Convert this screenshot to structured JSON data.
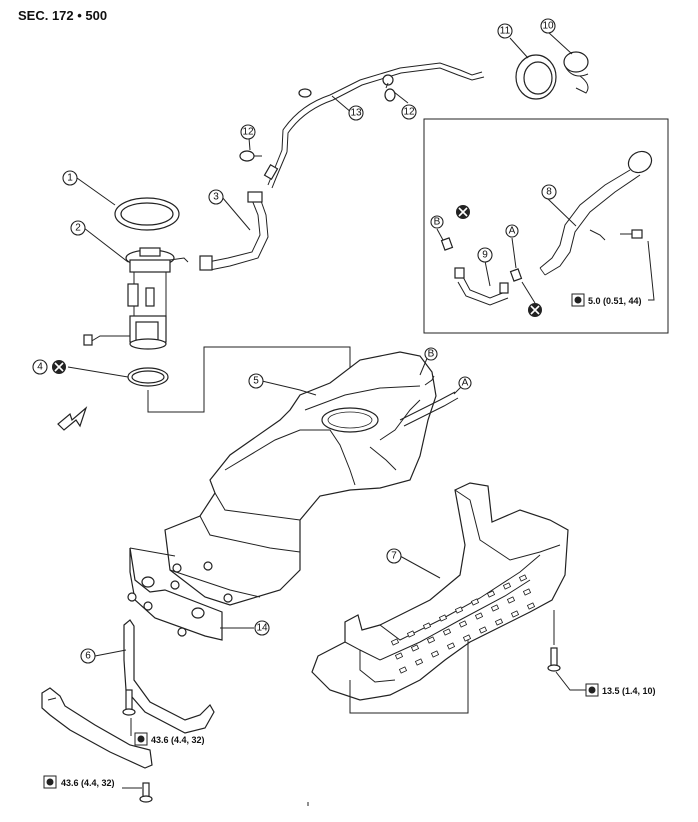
{
  "section_header": "SEC. 172 • 500",
  "callouts": [
    "1",
    "2",
    "3",
    "4",
    "5",
    "6",
    "7",
    "8",
    "9",
    "10",
    "11",
    "12",
    "12",
    "13",
    "14"
  ],
  "letters": {
    "a": "A",
    "b": "B"
  },
  "torque": {
    "t1": "5.0 (0.51, 44)",
    "t2": "13.5 (1.4, 10)",
    "t3": "43.6 (4.4, 32)",
    "t4": "43.6 (4.4, 32)"
  },
  "icons": [
    "not-reusable-mark-icon",
    "torque-wrench-icon",
    "front-arrow-icon"
  ]
}
